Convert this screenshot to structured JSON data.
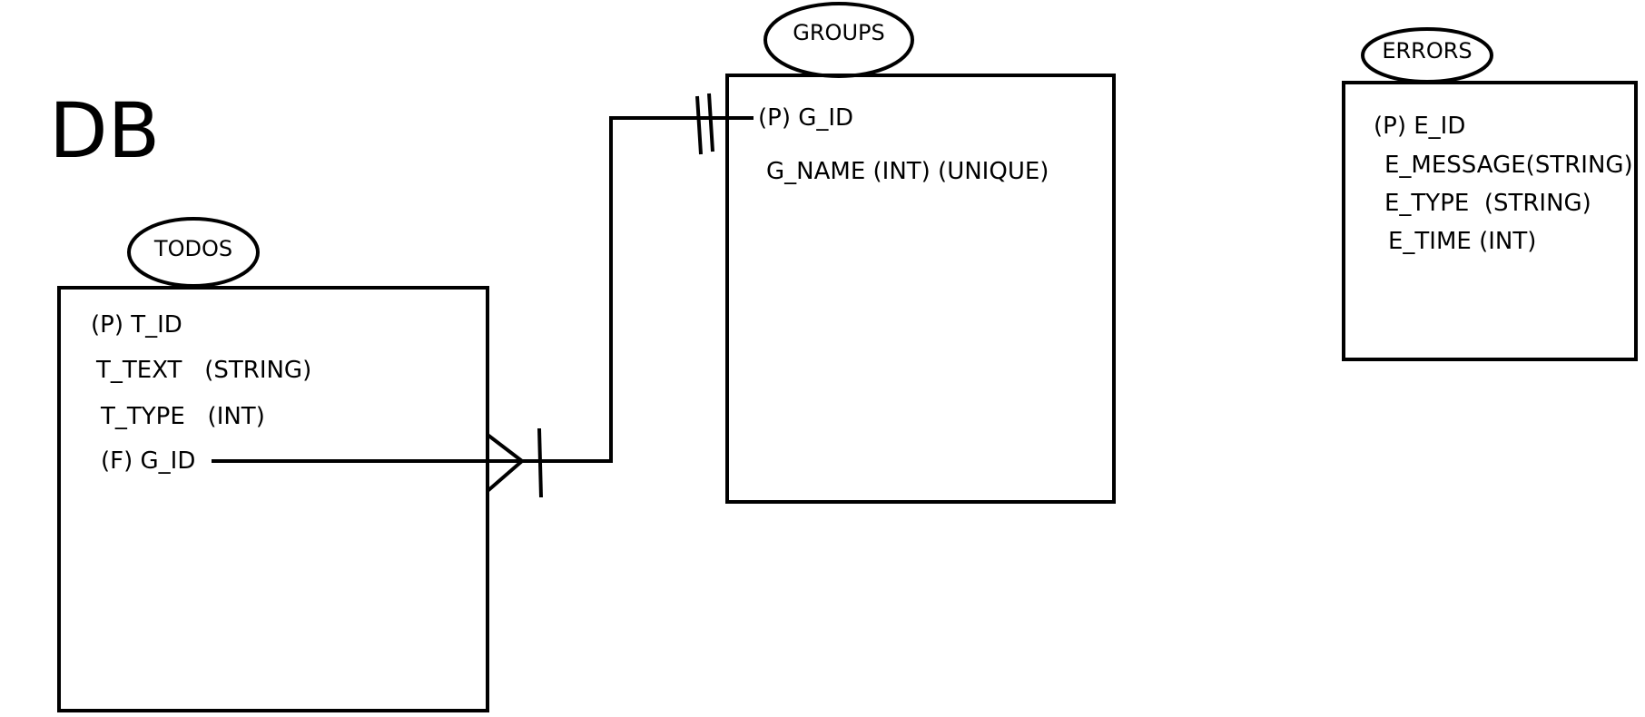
{
  "title": "DB",
  "tables": {
    "todos": {
      "name": "TODOS",
      "fields": [
        "(P) T_ID",
        "T_TEXT   (STRING)",
        "T_TYPE   (INT)",
        "(F) G_ID"
      ]
    },
    "groups": {
      "name": "GROUPS",
      "fields": [
        "(P) G_ID",
        "G_NAME (INT) (UNIQUE)"
      ]
    },
    "errors": {
      "name": "ERRORS",
      "fields": [
        "(P) E_ID",
        "E_MESSAGE(STRING)",
        "E_TYPE  (STRING)",
        "E_TIME (INT)"
      ]
    }
  },
  "relationships": [
    {
      "from": "todos.G_ID",
      "to": "groups.G_ID",
      "from_end": "crow-foot-one",
      "to_end": "double-bar"
    }
  ],
  "colors": {
    "ink": "#000000",
    "background": "#ffffff"
  }
}
